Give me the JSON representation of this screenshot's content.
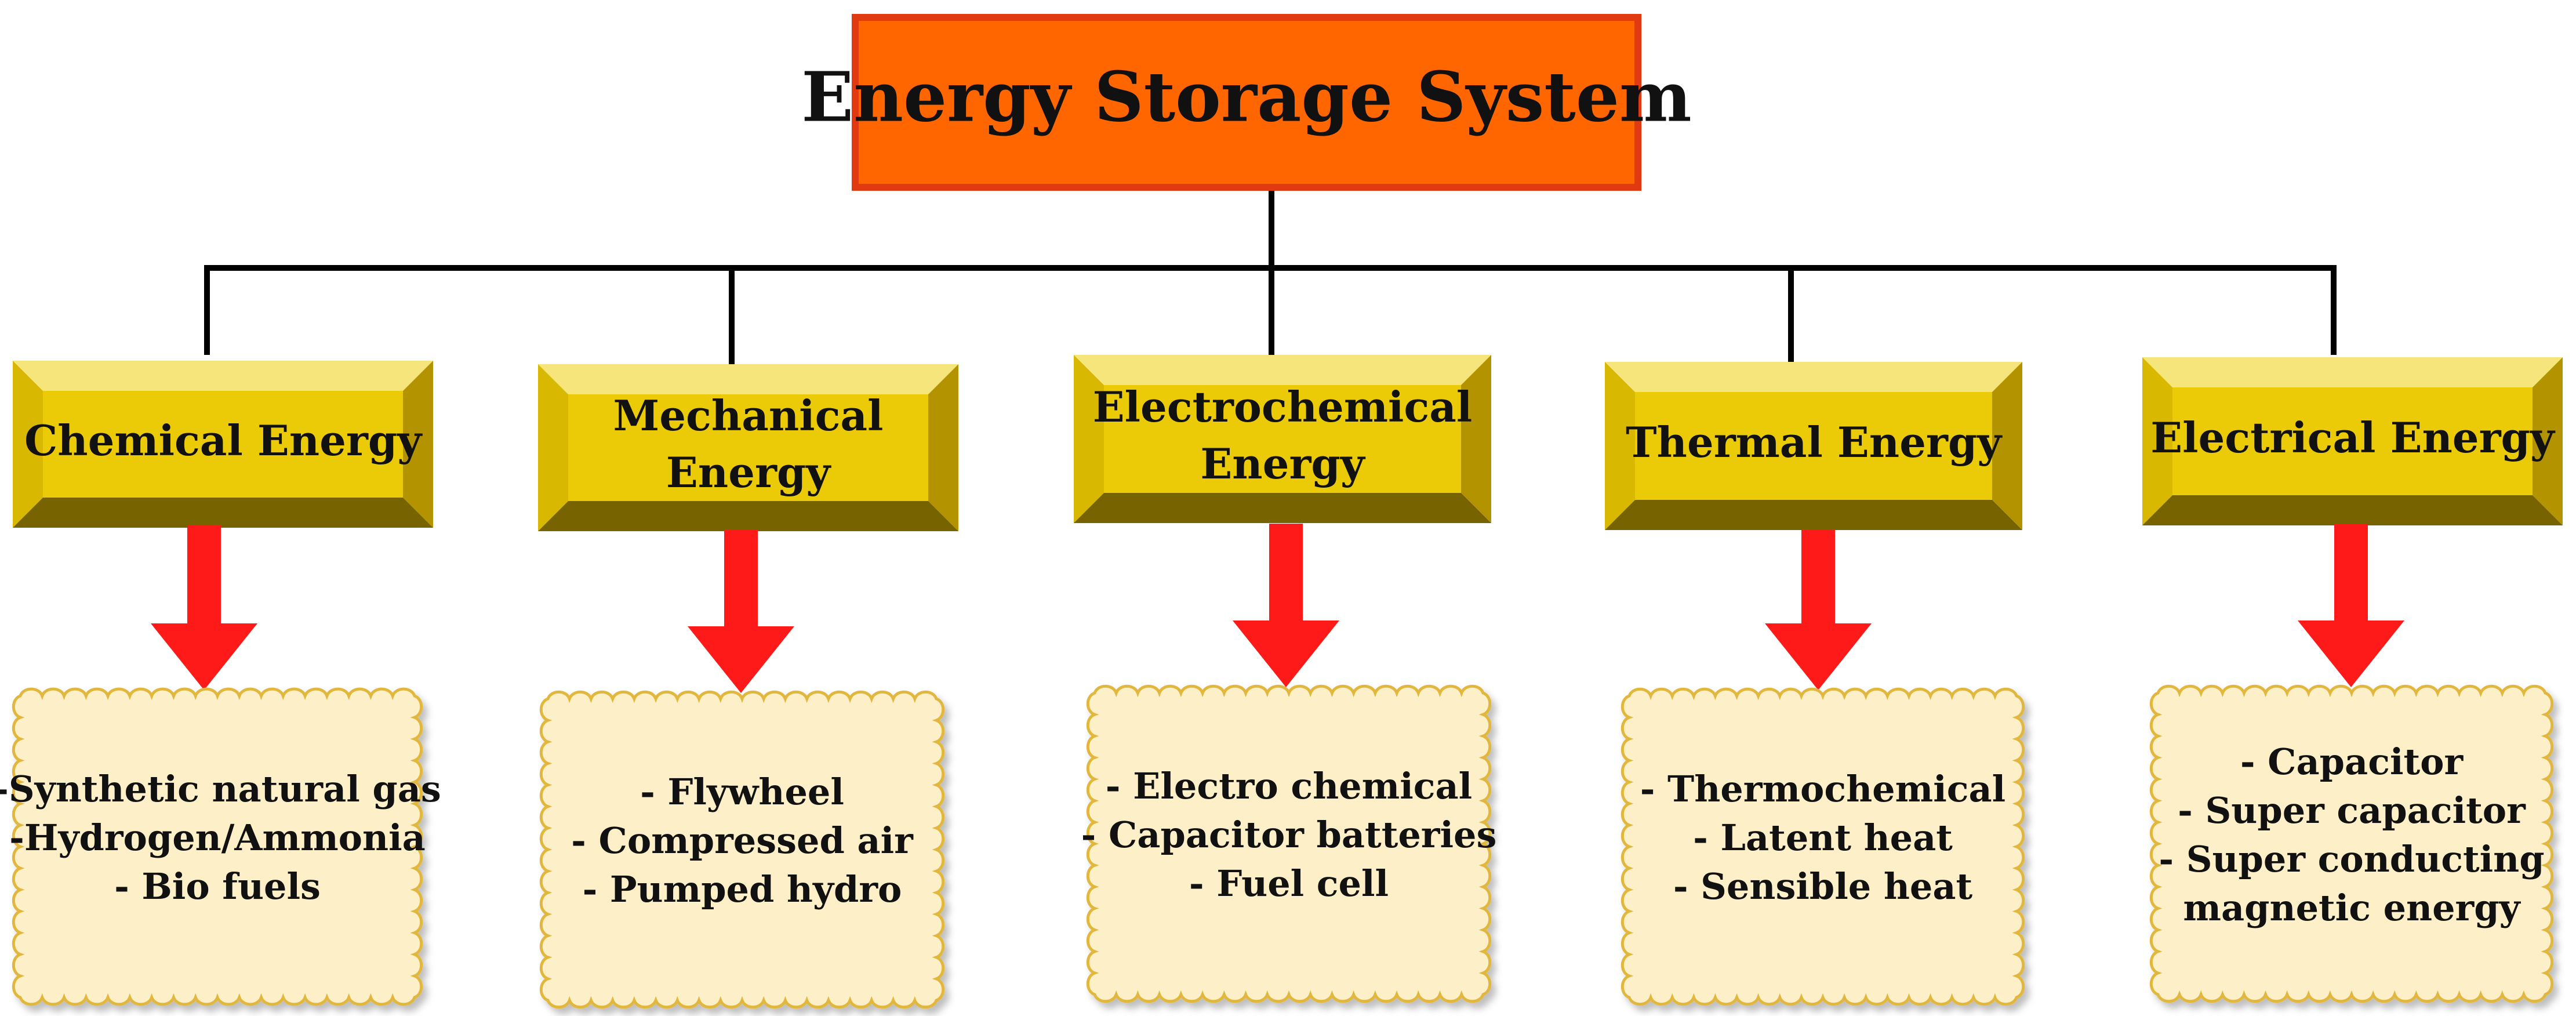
{
  "title": "Energy Storage System",
  "colors": {
    "root_fill": "#ff6600",
    "root_border": "#e13a12",
    "connector": "#000000",
    "bevel_center": "#ebcb07",
    "bevel_top": "#f5e57a",
    "bevel_left": "#d8b800",
    "bevel_right": "#b39400",
    "bevel_bottom": "#776300",
    "arrow": "#ff1a1a",
    "leaf_fill": "#fdf0c9",
    "leaf_border": "#e2b73d"
  },
  "categories": [
    {
      "label_lines": [
        "Chemical Energy"
      ],
      "items": [
        "-Synthetic natural gas",
        "-Hydrogen/Ammonia",
        "- Bio fuels"
      ]
    },
    {
      "label_lines": [
        "Mechanical",
        "Energy"
      ],
      "items": [
        "- Flywheel",
        "- Compressed air",
        "- Pumped hydro"
      ]
    },
    {
      "label_lines": [
        "Electrochemical",
        "Energy"
      ],
      "items": [
        "- Electro chemical",
        "- Capacitor batteries",
        "- Fuel cell"
      ]
    },
    {
      "label_lines": [
        "Thermal Energy"
      ],
      "items": [
        "- Thermochemical",
        "- Latent heat",
        "- Sensible heat"
      ]
    },
    {
      "label_lines": [
        "Electrical Energy"
      ],
      "items": [
        "- Capacitor",
        "- Super capacitor",
        "- Super conducting",
        "magnetic energy"
      ]
    }
  ]
}
